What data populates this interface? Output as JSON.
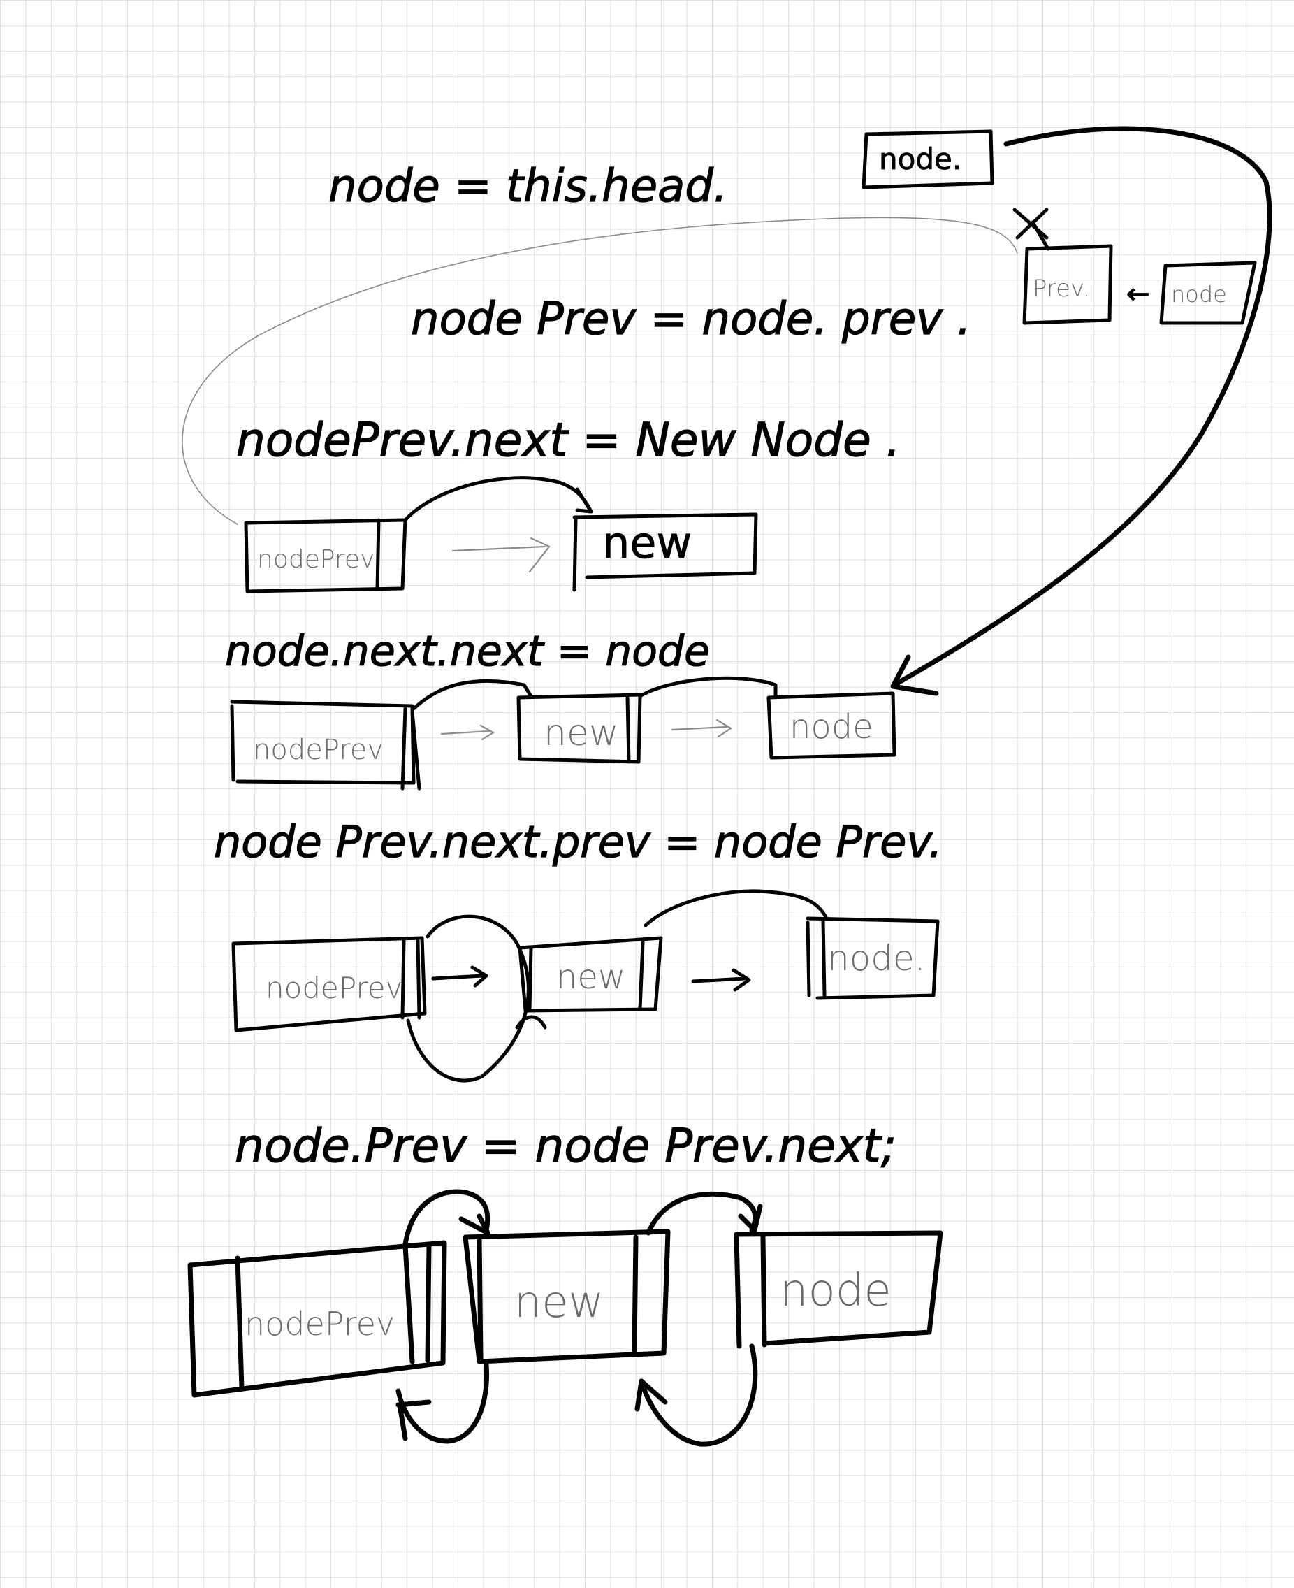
{
  "steps": [
    {
      "code": "node = this.head."
    },
    {
      "code": "node Prev = node. prev ."
    },
    {
      "code": "nodePrev.next = New Node ."
    },
    {
      "code": "node.next.next = node"
    },
    {
      "code": "node Prev.next.prev = node Prev."
    },
    {
      "code": "node.Prev = node Prev.next;"
    }
  ],
  "labels": {
    "node": "node.",
    "prev": "Prev.",
    "node_small": "node",
    "nodePrev": "nodePrev",
    "new": "new",
    "node_plain": "node",
    "node_dot": "node."
  },
  "arrows": {
    "left": "←",
    "right": "→"
  }
}
